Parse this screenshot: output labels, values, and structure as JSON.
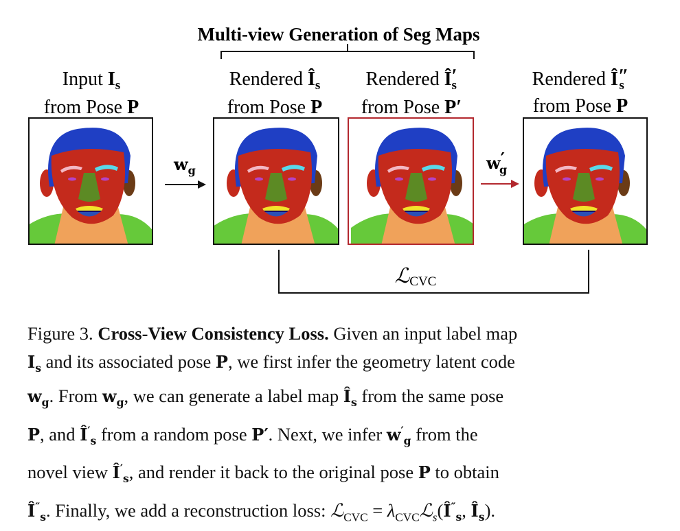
{
  "diagram": {
    "group_title": "Multi-view Generation of Seg Maps",
    "panels": [
      {
        "id": "input",
        "line1_word": "Input",
        "line1_sym": "I",
        "line1_sub": "s",
        "line1_prime": "",
        "line2": "from Pose",
        "line2_sym": "P",
        "line2_prime": "",
        "border_color": "#111111"
      },
      {
        "id": "render1",
        "line1_word": "Rendered",
        "line1_sym": "Î",
        "line1_sub": "s",
        "line1_prime": "",
        "line2": "from Pose",
        "line2_sym": "P",
        "line2_prime": "",
        "border_color": "#111111"
      },
      {
        "id": "render2",
        "line1_word": "Rendered",
        "line1_sym": "Î",
        "line1_sub": "s",
        "line1_prime": "′",
        "line2": "from Pose",
        "line2_sym": "P",
        "line2_prime": "′",
        "border_color": "#b3282e"
      },
      {
        "id": "render3",
        "line1_word": "Rendered",
        "line1_sym": "Î",
        "line1_sub": "s",
        "line1_prime": "″",
        "line2": "from Pose",
        "line2_sym": "P",
        "line2_prime": "",
        "border_color": "#111111"
      }
    ],
    "arrows": [
      {
        "sym": "w",
        "sub": "g",
        "prime": "",
        "color": "#111111"
      },
      {
        "sym": "w",
        "sub": "g",
        "prime": "′",
        "color": "#b3282e"
      }
    ],
    "loss_label": "ℒ",
    "loss_sub": "CVC"
  },
  "colors": {
    "hair": "#1f3fc4",
    "skin": "#c42a1c",
    "nose": "#5c8a24",
    "lips_upper": "#f2e52a",
    "lips_lower": "#2b4fb5",
    "mouth": "#120a6e",
    "brow_left": "#f3b8c4",
    "brow_right": "#59d9ea",
    "eye": "#b543c7",
    "neck": "#f0a25a",
    "cloth": "#66c93a",
    "ear_right": "#6b3b16"
  },
  "caption": {
    "fig_label": "Figure 3.",
    "title": "Cross-View Consistency Loss.",
    "t1": "Given an input label map",
    "t2": "and its associated pose",
    "t3": ", we first infer the geometry latent code",
    "t4": ". From",
    "t5": ", we can generate a label map",
    "t6": "from the same pose",
    "t7": ", and",
    "t8": "from a random pose",
    "t9": ". Next, we infer",
    "t10": "from the",
    "t11": "novel view",
    "t12": ", and render it back to the original pose",
    "t13": "to obtain",
    "t14": ". Finally, we add a reconstruction loss:",
    "eq_lambda": "λ",
    "eq_open": "(",
    "eq_comma": ", ",
    "eq_close": ").",
    "eq_equals": " = "
  }
}
